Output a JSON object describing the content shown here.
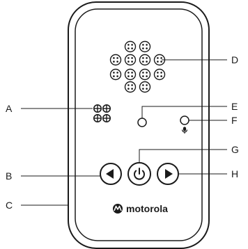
{
  "callouts": {
    "a": "A",
    "b": "B",
    "c": "C",
    "d": "D",
    "e": "E",
    "f": "F",
    "g": "G",
    "h": "H"
  },
  "device": {
    "brand_name": "motorola",
    "icons": {
      "speaker": "speaker-grille",
      "sensor": "light-sensor",
      "mic_led": "microphone-led",
      "left": "left-arrow",
      "power": "power",
      "right": "right-arrow",
      "logo": "motorola-batwing-logo"
    }
  },
  "colors": {
    "line": "#1a1a1a",
    "background": "#ffffff"
  }
}
